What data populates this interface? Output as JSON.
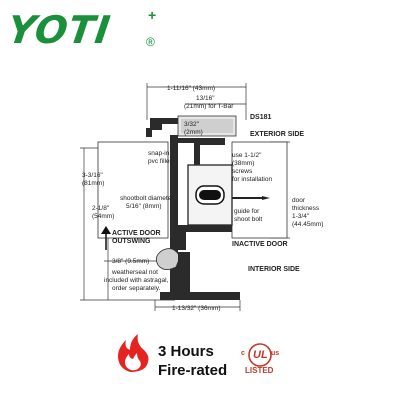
{
  "brand": {
    "name": "YOTI",
    "registered": "®",
    "plus": "+"
  },
  "diagram": {
    "model": "DS181",
    "dims": {
      "top_width": "1-11/16\" (43mm)",
      "tbar_width": "13/16\"",
      "tbar_note": "(21mm) for T-Bar",
      "gap": "3/32\"",
      "gap_mm": "(2mm)",
      "height_total": "3-3/16\"",
      "height_total_mm": "(81mm)",
      "height_lower": "2-1/8\"",
      "height_lower_mm": "(54mm)",
      "bottom_offset": "3/8\" (9.5mm)",
      "bottom_width": "1-13/32\" (36mm)",
      "door_thickness_1": "door",
      "door_thickness_2": "thickness",
      "door_thickness_3": "1-3/4\"",
      "door_thickness_4": "(44.45mm)"
    },
    "labels": {
      "exterior": "EXTERIOR SIDE",
      "inactive": "INACTIVE DOOR",
      "interior": "INTERIOR SIDE",
      "active_1": "ACTIVE DOOR",
      "active_2": "OUTSWING",
      "snapin_1": "snap-in",
      "snapin_2": "pvc filler",
      "shootbolt_1": "shootbolt diameter",
      "shootbolt_2": "5/16\" (8mm)",
      "screws_1": "use 1-1/2\"",
      "screws_2": "(38mm)",
      "screws_3": "screws",
      "screws_4": "for installation",
      "guide_1": "guide for",
      "guide_2": "shoot bolt",
      "weather_1": "weatherseal not",
      "weather_2": "included with astragal,",
      "weather_3": "order separately."
    }
  },
  "rating": {
    "line1": "3 Hours",
    "line2": "Fire-rated"
  },
  "cert": {
    "c": "c",
    "us": "us",
    "listed": "LISTED",
    "ul": "UL"
  },
  "colors": {
    "brand": "#1a8f3c",
    "fire": "#e52421",
    "ul": "#c0392b"
  }
}
